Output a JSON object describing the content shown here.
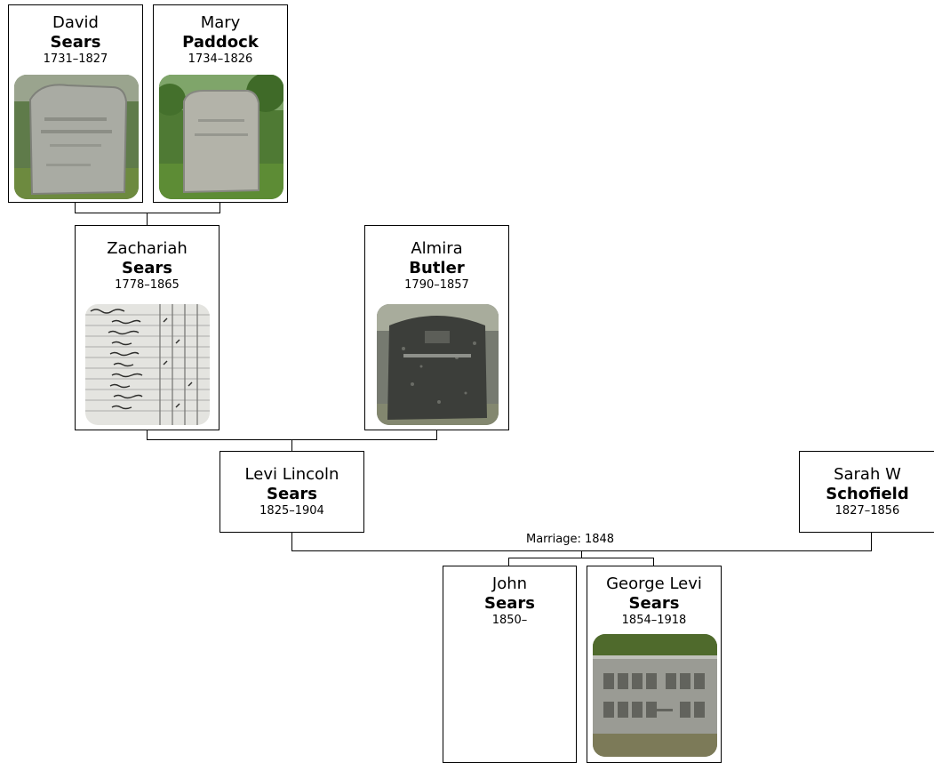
{
  "people": {
    "david": {
      "given": "David",
      "surname": "Sears",
      "dates": "1731–1827",
      "photo": "headstone"
    },
    "mary": {
      "given": "Mary",
      "surname": "Paddock",
      "dates": "1734–1826",
      "photo": "headstone"
    },
    "zachariah": {
      "given": "Zachariah",
      "surname": "Sears",
      "dates": "1778–1865",
      "photo": "census-record"
    },
    "almira": {
      "given": "Almira",
      "surname": "Butler",
      "dates": "1790–1857",
      "photo": "headstone"
    },
    "levi": {
      "given": "Levi Lincoln",
      "surname": "Sears",
      "dates": "1825–1904"
    },
    "sarah": {
      "given": "Sarah W",
      "surname": "Schofield",
      "dates": "1827–1856"
    },
    "john": {
      "given": "John",
      "surname": "Sears",
      "dates": "1850–"
    },
    "george": {
      "given": "George Levi",
      "surname": "Sears",
      "dates": "1854–1918",
      "photo": "grave-marker"
    }
  },
  "marriage": {
    "label": "Marriage: 1848"
  }
}
